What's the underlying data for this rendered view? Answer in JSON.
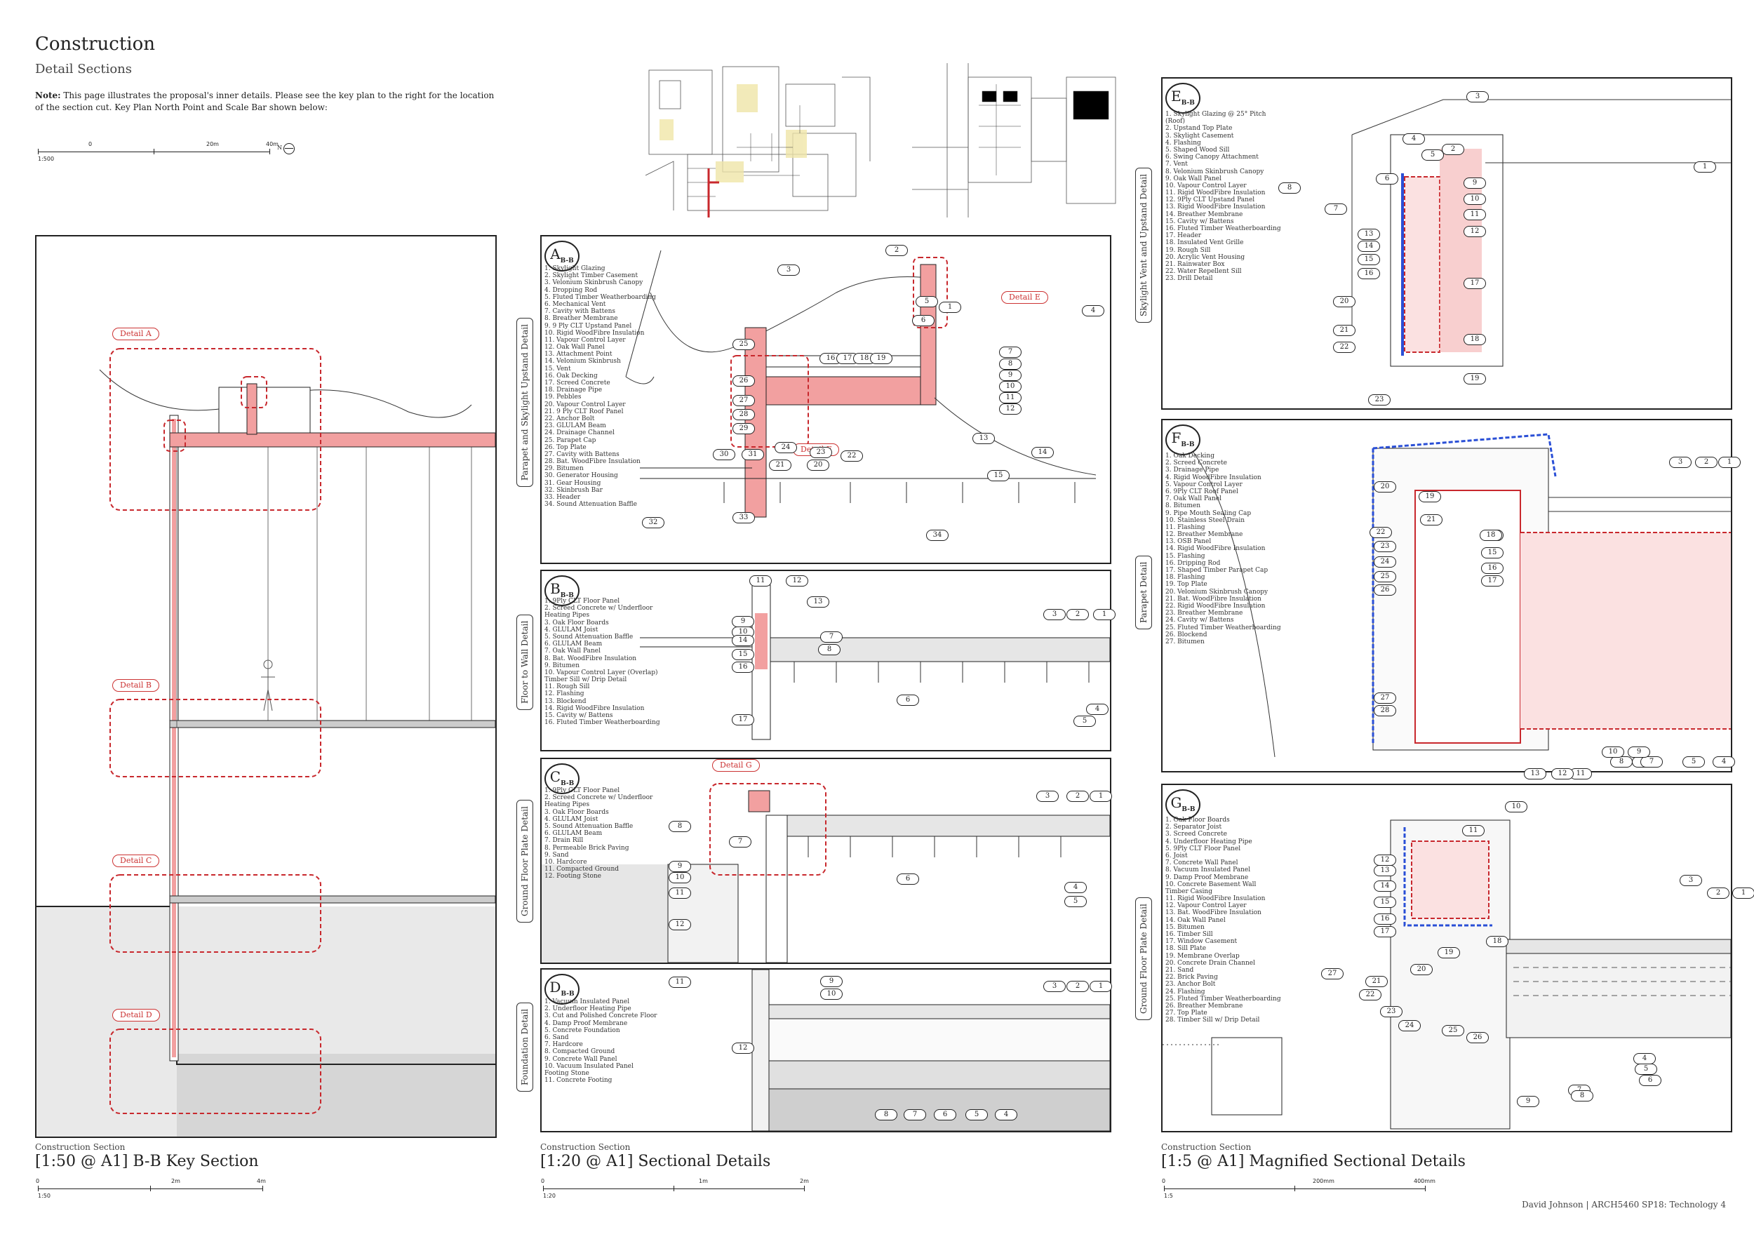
{
  "header": {
    "title": "Construction",
    "subtitle": "Detail Sections",
    "note_label": "Note:",
    "note_text": "This page illustrates the proposal's inner details. Please see the key plan to the right for the location of the section cut. Key Plan North Point and Scale Bar shown below:"
  },
  "key_scale": {
    "ticks": [
      "0",
      "20m",
      "40m"
    ],
    "ratio": "1:500",
    "north": "N"
  },
  "key_section": {
    "caption_small": "Construction Section",
    "caption_large": "[1:50 @ A1] B-B Key Section",
    "detail_tags": [
      "Detail A",
      "Detail B",
      "Detail C",
      "Detail D"
    ],
    "scale": {
      "ticks": [
        "0",
        "2m",
        "4m"
      ],
      "ratio": "1:50"
    }
  },
  "sectional": {
    "caption_small": "Construction Section",
    "caption_large": "[1:20 @ A1] Sectional Details",
    "scale": {
      "ticks": [
        "0",
        "1m",
        "2m"
      ],
      "ratio": "1:20"
    },
    "panels": [
      {
        "letter": "A",
        "sub": "B-B",
        "side": "Parapet and Skylight Upstand Detail",
        "red_tags": [
          "Detail E",
          "Detail F"
        ],
        "legend": [
          "1. Skylight Glazing",
          "2. Skylight Timber Casement",
          "3. Velonium Skinbrush Canopy",
          "4. Dropping Rod",
          "5. Fluted Timber Weatherboarding",
          "6. Mechanical Vent",
          "7. Cavity with Battens",
          "8. Breather Membrane",
          "9. 9 Ply CLT Upstand Panel",
          "10. Rigid WoodFibre Insulation",
          "11. Vapour Control Layer",
          "12. Oak Wall Panel",
          "13. Attachment Point",
          "14. Velonium Skinbrush",
          "15. Vent",
          "16. Oak Decking",
          "17. Screed Concrete",
          "18. Drainage Pipe",
          "19. Pebbles",
          "20. Vapour Control Layer",
          "21. 9 Ply CLT Roof Panel",
          "22. Anchor Bolt",
          "23. GLULAM Beam",
          "24. Drainage Channel",
          "25. Parapet Cap",
          "26. Top Plate",
          "27. Cavity with Battens",
          "28. Bat. WoodFibre Insulation",
          "29. Bitumen",
          "30. Generator Housing",
          "31. Gear Housing",
          "32. Skinbrush Bar",
          "33. Header",
          "34. Sound Attenuation Baffle"
        ]
      },
      {
        "letter": "B",
        "sub": "B-B",
        "side": "Floor to Wall Detail",
        "red_tags": [],
        "legend": [
          "1. 9Ply CLT Floor Panel",
          "2. Screed Concrete w/ Underfloor",
          "   Heating Pipes",
          "3. Oak Floor Boards",
          "4. GLULAM Joist",
          "5. Sound Attenuation Baffle",
          "6. GLULAM Beam",
          "7. Oak Wall Panel",
          "8. Bat. WoodFibre Insulation",
          "9. Bitumen",
          "10. Vapour Control Layer (Overlap)",
          "   Timber Sill w/ Drip Detail",
          "11. Rough Sill",
          "12. Flashing",
          "13. Blockend",
          "14. Rigid WoodFibre Insulation",
          "15. Cavity w/ Battens",
          "16. Fluted Timber Weatherboarding"
        ]
      },
      {
        "letter": "C",
        "sub": "B-B",
        "side": "Ground Floor Plate Detail",
        "red_tags": [
          "Detail G"
        ],
        "legend": [
          "1. 9Ply CLT Floor Panel",
          "2. Screed Concrete w/ Underfloor",
          "   Heating Pipes",
          "3. Oak Floor Boards",
          "4. GLULAM Joist",
          "5. Sound Attenuation Baffle",
          "6. GLULAM Beam",
          "7. Drain Rill",
          "8. Permeable Brick Paving",
          "9. Sand",
          "10. Hardcore",
          "11. Compacted Ground",
          "12. Footing Stone"
        ]
      },
      {
        "letter": "D",
        "sub": "B-B",
        "side": "Foundation Detail",
        "red_tags": [],
        "legend": [
          "1. Vacuum Insulated Panel",
          "2. Underfloor Heating Pipe",
          "3. Cut and Polished Concrete Floor",
          "4. Damp Proof Membrane",
          "5. Concrete Foundation",
          "6. Sand",
          "7. Hardcore",
          "8. Compacted Ground",
          "9. Concrete Wall Panel",
          "10. Vacuum Insulated Panel",
          "   Footing Stone",
          "11. Concrete Footing"
        ]
      }
    ]
  },
  "magnified": {
    "caption_small": "Construction Section",
    "caption_large": "[1:5 @ A1] Magnified Sectional Details",
    "scale": {
      "ticks": [
        "0",
        "200mm",
        "400mm"
      ],
      "ratio": "1:5"
    },
    "panels": [
      {
        "letter": "E",
        "sub": "B-B",
        "side": "Skylight Vent and Upstand Detail",
        "legend": [
          "1. Skylight Glazing @ 25° Pitch",
          "   (Roof)",
          "2. Upstand Top Plate",
          "3. Skylight Casement",
          "4. Flashing",
          "5. Shaped Wood Sill",
          "6. Swing Canopy Attachment",
          "7. Vent",
          "8. Velonium Skinbrush Canopy",
          "9. Oak Wall Panel",
          "10. Vapour Control Layer",
          "11. Rigid WoodFibre Insulation",
          "12. 9Ply CLT Upstand Panel",
          "13. Rigid WoodFibre Insulation",
          "14. Breather Membrane",
          "15. Cavity w/ Battens",
          "16. Fluted Timber Weatherboarding",
          "17. Header",
          "18. Insulated Vent Grille",
          "19. Rough Sill",
          "20. Acrylic Vent Housing",
          "21. Rainwater Box",
          "22. Water Repellent Sill",
          "23. Drill Detail"
        ]
      },
      {
        "letter": "F",
        "sub": "B-B",
        "side": "Parapet Detail",
        "legend": [
          "1. Oak Decking",
          "2. Screed Concrete",
          "3. Drainage Pipe",
          "4. Rigid WoodFibre Insulation",
          "5. Vapour Control Layer",
          "6. 9Ply CLT Roof Panel",
          "7. Oak Wall Panel",
          "8. Bitumen",
          "9. Pipe Mouth Sealing Cap",
          "10. Stainless Steel Drain",
          "11. Flashing",
          "12. Breather Membrane",
          "13. OSB Panel",
          "14. Rigid WoodFibre Insulation",
          "15. Flashing",
          "16. Dripping Rod",
          "17. Shaped Timber Parapet Cap",
          "18. Flashing",
          "19. Top Plate",
          "20. Velonium Skinbrush Canopy",
          "21. Bat. WoodFibre Insulation",
          "22. Rigid WoodFibre Insulation",
          "23. Breather Membrane",
          "24. Cavity w/ Battens",
          "25. Fluted Timber Weatherboarding",
          "26. Blockend",
          "27. Bitumen"
        ]
      },
      {
        "letter": "G",
        "sub": "B-B",
        "side": "Ground Floor Plate Detail",
        "legend": [
          "1. Oak Floor Boards",
          "2. Separator Joist",
          "3. Screed Concrete",
          "4. Underfloor Heating Pipe",
          "5. 9Ply CLT Floor Panel",
          "6. Joist",
          "7. Concrete Wall Panel",
          "8. Vacuum Insulated Panel",
          "9. Damp Proof Membrane",
          "10. Concrete Basement Wall",
          "   Timber Casing",
          "11. Rigid WoodFibre Insulation",
          "12. Vapour Control Layer",
          "13. Bat. WoodFibre Insulation",
          "14. Oak Wall Panel",
          "15. Bitumen",
          "16. Timber Sill",
          "17. Window Casement",
          "18. Sill Plate",
          "19. Membrane Overlap",
          "20. Concrete Drain Channel",
          "21. Sand",
          "22. Brick Paving",
          "23. Anchor Bolt",
          "24. Flashing",
          "25. Fluted Timber Weatherboarding",
          "26. Breather Membrane",
          "27. Top Plate",
          "28. Timber Sill w/ Drip Detail"
        ]
      }
    ]
  },
  "footer": {
    "author": "David Johnson  |  ARCH5460 SP18: Technology 4"
  },
  "colors": {
    "accent_red": "#c8282d",
    "accent_blue": "#2a4fd6",
    "highlight_red": "#f2a0a0",
    "ink": "#222222"
  }
}
